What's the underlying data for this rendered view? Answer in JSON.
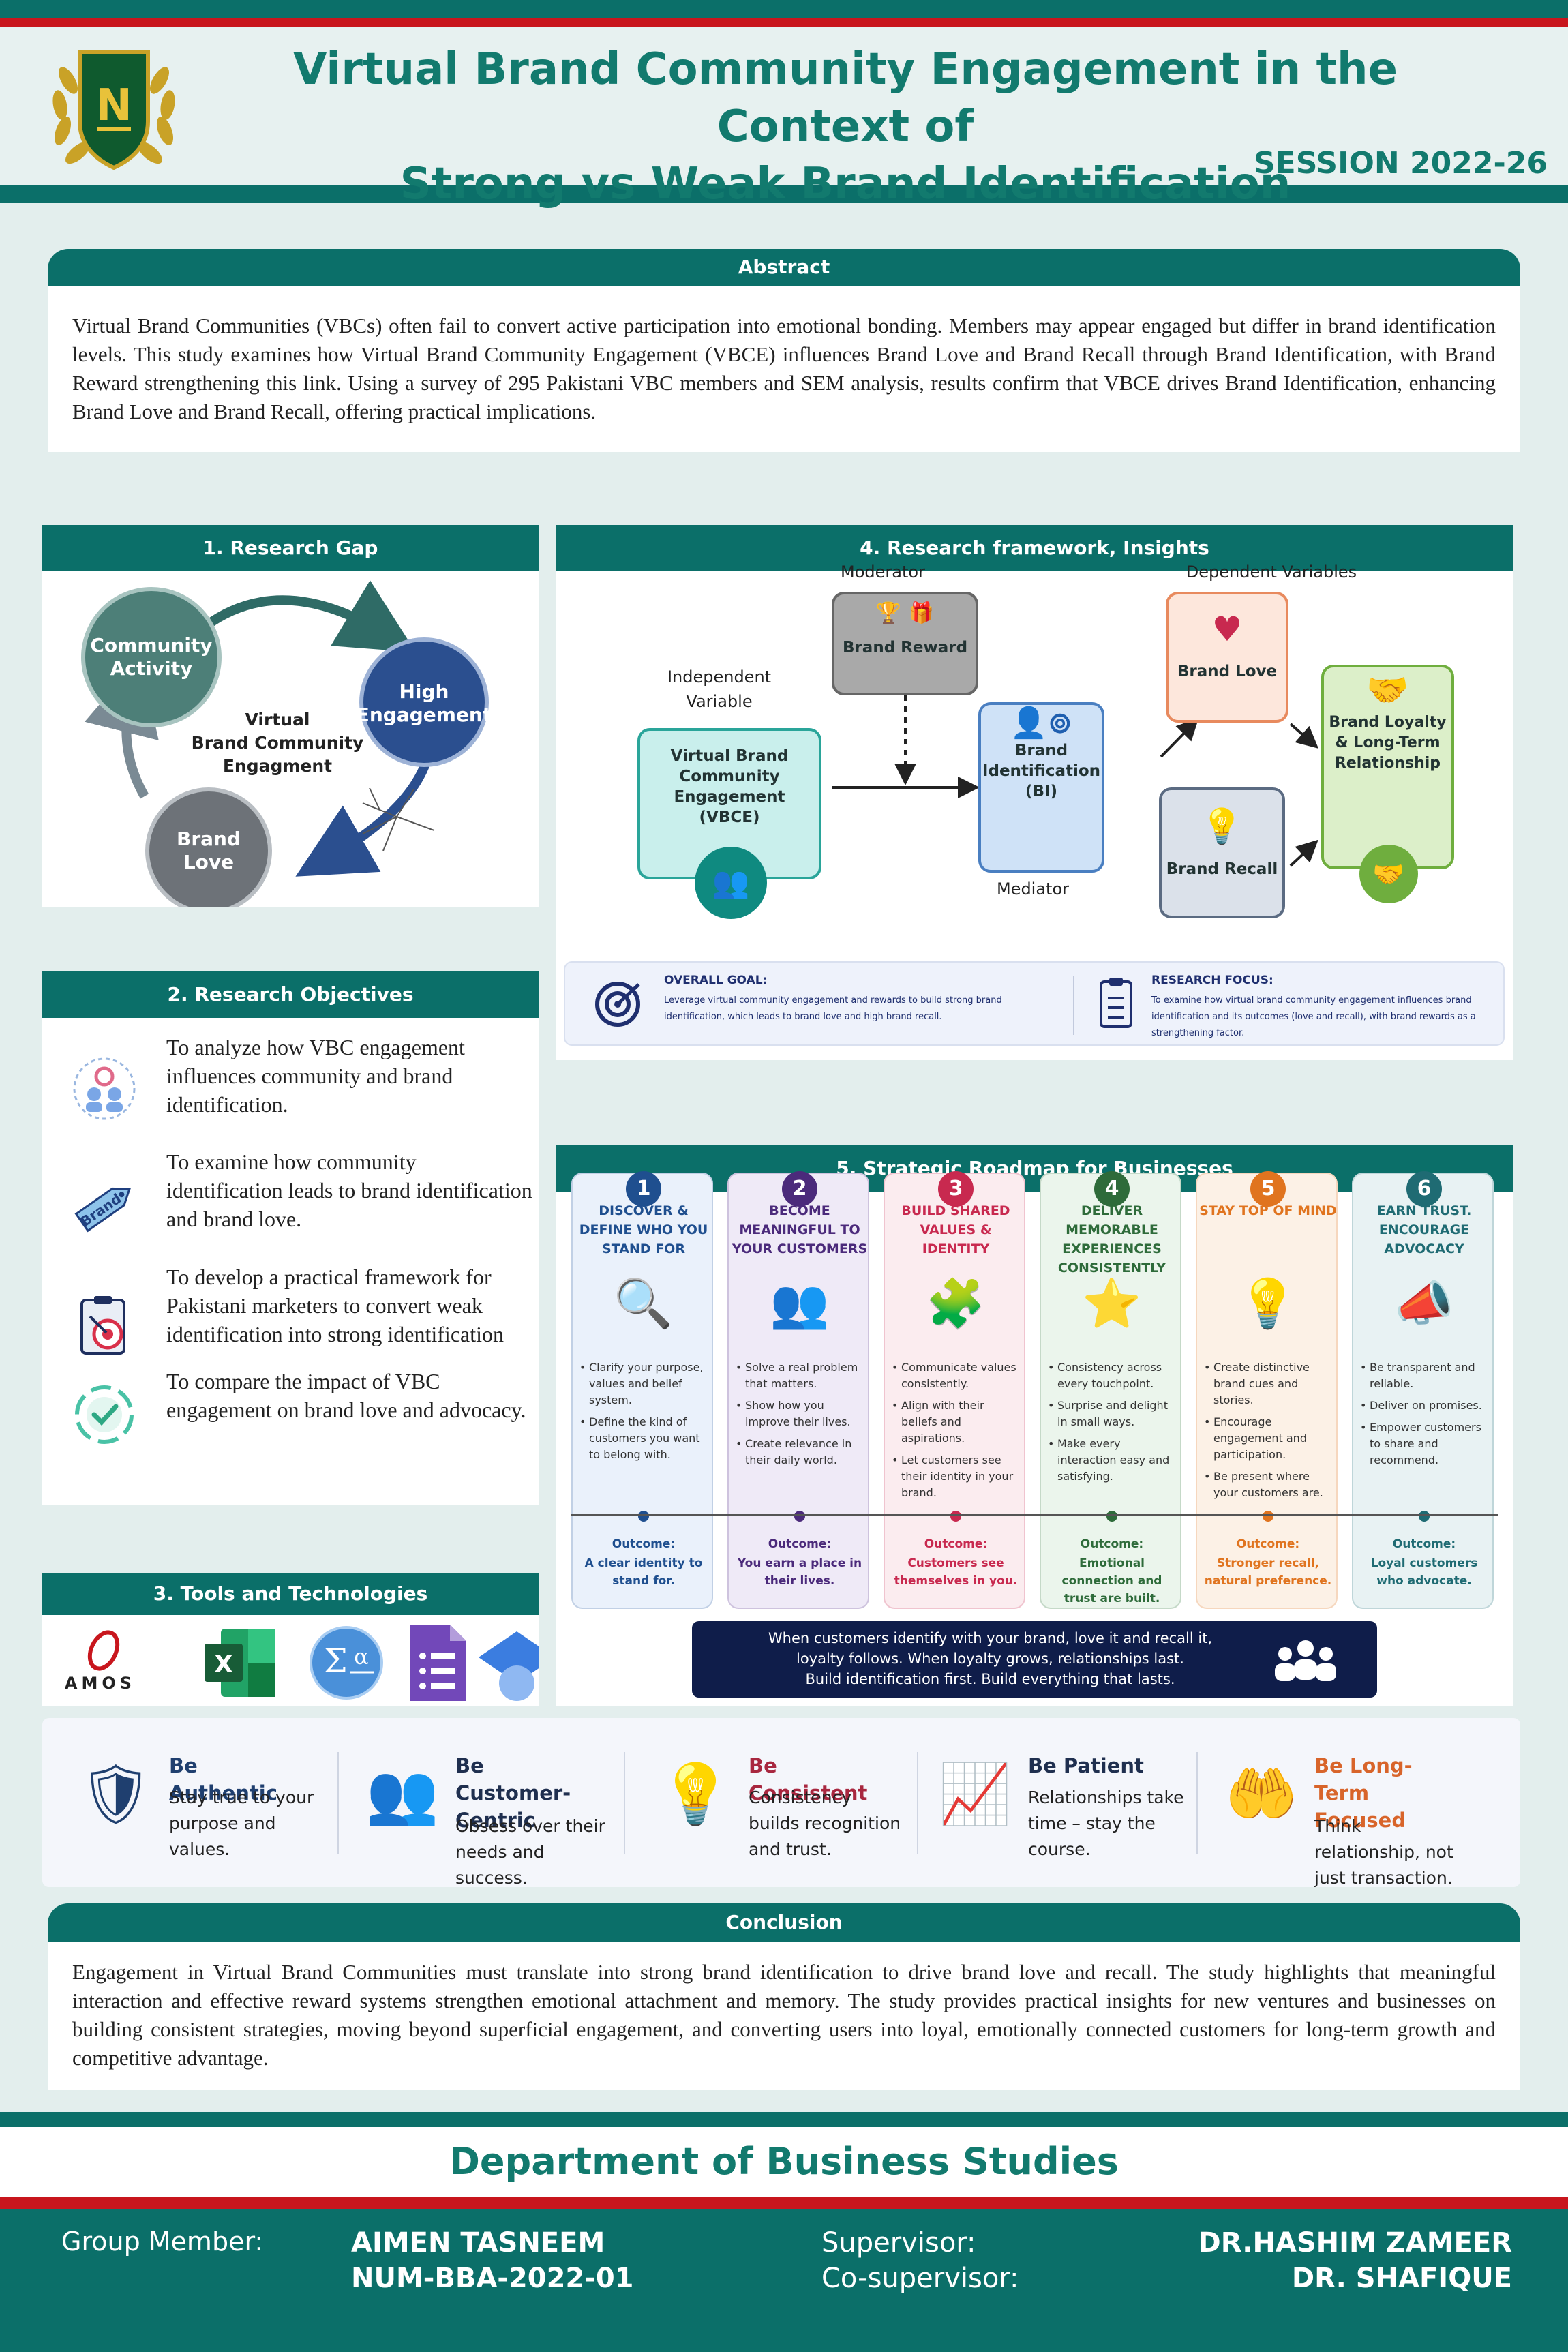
{
  "header": {
    "title_line1": "Virtual Brand Community Engagement in the Context of",
    "title_line2": "Strong vs Weak Brand Identification",
    "session": "SESSION 2022-26",
    "logo_letter": "N"
  },
  "abstract": {
    "heading": "Abstract",
    "text": "Virtual Brand Communities (VBCs) often fail to convert active participation into emotional bonding. Members may appear engaged but differ in brand identification levels. This study examines how Virtual Brand Community Engagement (VBCE) influences Brand Love and Brand Recall through Brand Identification, with Brand Reward strengthening this link. Using a survey of 295 Pakistani VBC members and SEM analysis, results confirm that VBCE drives Brand Identification, enhancing Brand Love and Brand Recall, offering practical implications."
  },
  "research_gap": {
    "heading": "1. Research  Gap",
    "node_community_line1": "Community",
    "node_community_line2": "Activity",
    "node_high_line1": "High",
    "node_high_line2": "Engagement",
    "node_love_line1": "Brand",
    "node_love_line2": "Love",
    "center_line1": "Virtual",
    "center_line2": "Brand Community",
    "center_line3": "Engagment"
  },
  "objectives": {
    "heading": "2. Research  Objectives",
    "items": [
      {
        "text": "To analyze how VBC engagement influences community and brand identification."
      },
      {
        "text": "To examine how community identification leads to brand identification and brand love."
      },
      {
        "text": "To develop a practical framework for Pakistani marketers to convert weak identification into strong identification"
      },
      {
        "text": "To compare the impact of VBC engagement on brand love and advocacy."
      }
    ],
    "tag_label": "Brand"
  },
  "tools": {
    "heading": "3. Tools and Technologies",
    "amos_label": "AMOS",
    "excel_letter": "X"
  },
  "framework": {
    "heading": "4. Research framework, Insights",
    "moderator_label": "Moderator",
    "dependent_label": "Dependent Variables",
    "independent_label_line1": "Independent",
    "independent_label_line2": "Variable",
    "mediator_label": "Mediator",
    "brand_reward": "Brand Reward",
    "vbce_line1": "Virtual Brand",
    "vbce_line2": "Community",
    "vbce_line3": "Engagement",
    "vbce_line4": "(VBCE)",
    "bi_line1": "Brand",
    "bi_line2": "Identification",
    "bi_line3": "(BI)",
    "brand_love": "Brand Love",
    "brand_recall": "Brand Recall",
    "loyalty_line1": "Brand Loyalty",
    "loyalty_line2": "& Long-Term",
    "loyalty_line3": "Relationship",
    "goal_title": "OVERALL GOAL:",
    "goal_text": "Leverage virtual community engagement and rewards to build strong brand identification, which leads to brand love and high brand recall.",
    "focus_title": "RESEARCH FOCUS:",
    "focus_text": "To examine how virtual brand community engagement influences brand identification and its outcomes (love and recall), with brand rewards as a strengthening factor."
  },
  "roadmap": {
    "heading": "5. Strategic Roadmap for Businesses",
    "steps": [
      {
        "num": "1",
        "title": "DISCOVER & DEFINE WHO YOU STAND FOR",
        "bullets": [
          "Clarify your purpose, values and belief system.",
          "Define the kind of customers you want to belong with."
        ],
        "outcome_label": "Outcome:",
        "outcome": "A clear identity to stand for.",
        "color": "#1f4f8f",
        "bg": "#eaf1fb"
      },
      {
        "num": "2",
        "title": "BECOME MEANINGFUL TO YOUR CUSTOMERS",
        "bullets": [
          "Solve a real problem that matters.",
          "Show how you improve their lives.",
          "Create relevance in their daily world."
        ],
        "outcome_label": "Outcome:",
        "outcome": "You earn a place in their lives.",
        "color": "#4b2a7b",
        "bg": "#efeaf7"
      },
      {
        "num": "3",
        "title": "BUILD SHARED VALUES & IDENTITY",
        "bullets": [
          "Communicate values consistently.",
          "Align with their beliefs and aspirations.",
          "Let customers see their identity in your brand."
        ],
        "outcome_label": "Outcome:",
        "outcome": "Customers see themselves in you.",
        "color": "#c8294f",
        "bg": "#fbecef"
      },
      {
        "num": "4",
        "title": "DELIVER MEMORABLE EXPERIENCES CONSISTENTLY",
        "bullets": [
          "Consistency across every touchpoint.",
          "Surprise and delight in small ways.",
          "Make every interaction easy and satisfying."
        ],
        "outcome_label": "Outcome:",
        "outcome": "Emotional connection and trust are built.",
        "color": "#2e6b3a",
        "bg": "#ebf5ec"
      },
      {
        "num": "5",
        "title": "STAY TOP OF MIND",
        "bullets": [
          "Create distinctive brand cues and stories.",
          "Encourage engagement and participation.",
          "Be present where your customers are."
        ],
        "outcome_label": "Outcome:",
        "outcome": "Stronger recall, natural preference.",
        "color": "#e0741f",
        "bg": "#fcf1e6"
      },
      {
        "num": "6",
        "title": "EARN TRUST. ENCOURAGE ADVOCACY",
        "bullets": [
          "Be transparent and reliable.",
          "Deliver on promises.",
          "Empower customers to share and recommend."
        ],
        "outcome_label": "Outcome:",
        "outcome": "Loyal customers who advocate.",
        "color": "#1f6b73",
        "bg": "#e8f2f3"
      }
    ],
    "banner_line1": "When customers identify with your brand, love it and recall it,",
    "banner_line2": "loyalty follows. When loyalty grows, relationships last.",
    "banner_line3": "Build identification first. Build everything that lasts."
  },
  "principles": [
    {
      "title": "Be Authentic",
      "text": "Stay true to your purpose and values.",
      "color": "#1f3f6f"
    },
    {
      "title": "Be Customer-Centric",
      "text": "Obsess over their needs and success.",
      "color": "#1f2f4f"
    },
    {
      "title": "Be Consistent",
      "text": "Consistency builds recognition and trust.",
      "color": "#a8273f"
    },
    {
      "title": "Be Patient",
      "text": "Relationships take time – stay the course.",
      "color": "#1f2f4f"
    },
    {
      "title": "Be Long-Term Focused",
      "text": "Think relationship, not just transaction.",
      "color": "#d8642a"
    }
  ],
  "conclusion": {
    "heading": "Conclusion",
    "text": "Engagement in Virtual Brand Communities must translate into strong brand identification to drive brand love and recall. The study highlights that meaningful interaction and effective reward systems strengthen emotional attachment and memory. The study provides practical insights for new ventures and businesses on building consistent strategies, moving beyond superficial engagement, and converting users into loyal, emotionally connected customers for long-term growth and competitive advantage."
  },
  "footer": {
    "department": "Department of Business Studies",
    "group_label": "Group Member:",
    "member_name": "AIMEN TASNEEM",
    "member_id": "NUM-BBA-2022-01",
    "supervisor_label": "Supervisor:",
    "cosupervisor_label": "Co-supervisor:",
    "supervisor_name": "DR.HASHIM ZAMEER",
    "cosupervisor_name": "DR. SHAFIQUE"
  },
  "colors": {
    "teal": "#0b6f69",
    "title_teal": "#127a6e",
    "red": "#c8161d",
    "navy": "#0f1d4a"
  }
}
